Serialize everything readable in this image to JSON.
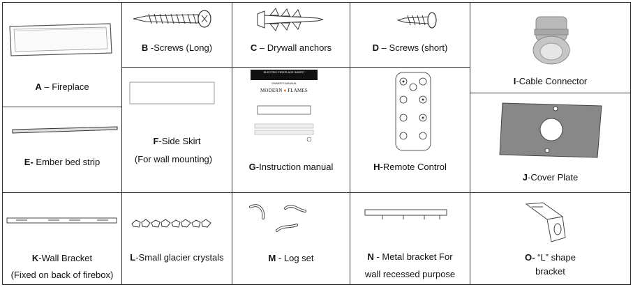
{
  "parts": {
    "A": {
      "letter": "A",
      "sep": " – ",
      "name": "Fireplace"
    },
    "B": {
      "letter": "B",
      "sep": " -",
      "name": "Screws (Long)"
    },
    "C": {
      "letter": "C",
      "sep": " – ",
      "name": "Drywall anchors"
    },
    "D": {
      "letter": "D",
      "sep": " – ",
      "name": "Screws (short)"
    },
    "E": {
      "letter": "E-",
      "sep": " ",
      "name": "Ember bed strip"
    },
    "F": {
      "letter": "F",
      "sep": "-",
      "name": "Side Skirt",
      "line2": "(For wall mounting)"
    },
    "G": {
      "letter": "G",
      "sep": "-",
      "name": "Instruction manual"
    },
    "H": {
      "letter": "H",
      "sep": "-",
      "name": "Remote Control"
    },
    "I": {
      "letter": "I",
      "sep": "-",
      "name": "Cable Connector"
    },
    "J": {
      "letter": "J",
      "sep": "-",
      "name": "Cover Plate"
    },
    "K": {
      "letter": "K",
      "sep": "-",
      "name": "Wall Bracket",
      "line2": "(Fixed on back of firebox)"
    },
    "L": {
      "letter": "L",
      "sep": "-",
      "name": "Small glacier crystals"
    },
    "M": {
      "letter": "M",
      "sep": " - ",
      "name": "Log set"
    },
    "N": {
      "letter": "N",
      "sep": " - ",
      "name": "Metal bracket For",
      "line2": "wall recessed purpose"
    },
    "O": {
      "letter": "O-",
      "sep": " ",
      "name": "“L” shape",
      "line2": "bracket"
    }
  },
  "manual": {
    "header": "ELECTRIC FIREPLACE INSERT",
    "subtitle": "OWNER'S MANUAL",
    "brand_left": "MODERN",
    "brand_right": "FLAMES"
  }
}
